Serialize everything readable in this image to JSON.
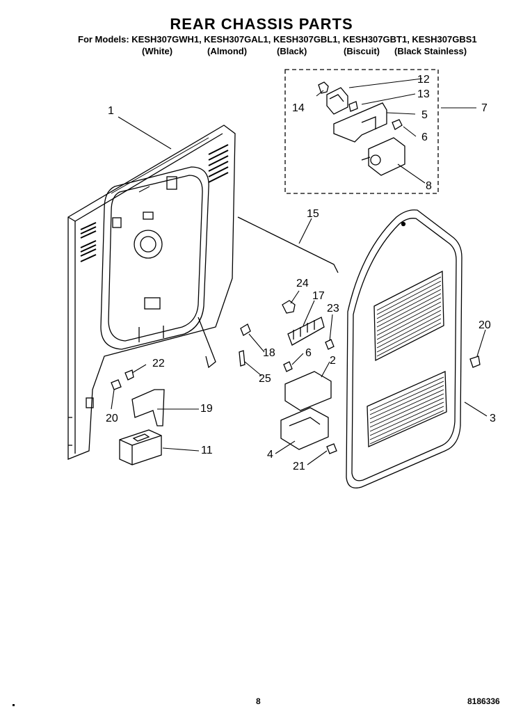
{
  "header": {
    "title": "REAR CHASSIS PARTS",
    "models_line": "For Models: KESH307GWH1, KESH307GAL1, KESH307GBL1, KESH307GBT1, KESH307GBS1",
    "colors": [
      "(White)",
      "(Almond)",
      "(Black)",
      "(Biscuit)",
      "(Black Stainless)"
    ]
  },
  "callouts": [
    "1",
    "2",
    "3",
    "4",
    "5",
    "6",
    "6",
    "7",
    "8",
    "11",
    "12",
    "13",
    "14",
    "15",
    "17",
    "18",
    "19",
    "20",
    "20",
    "21",
    "22",
    "23",
    "24",
    "25"
  ],
  "footer": {
    "page_number": "8",
    "document_number": "8186336"
  }
}
